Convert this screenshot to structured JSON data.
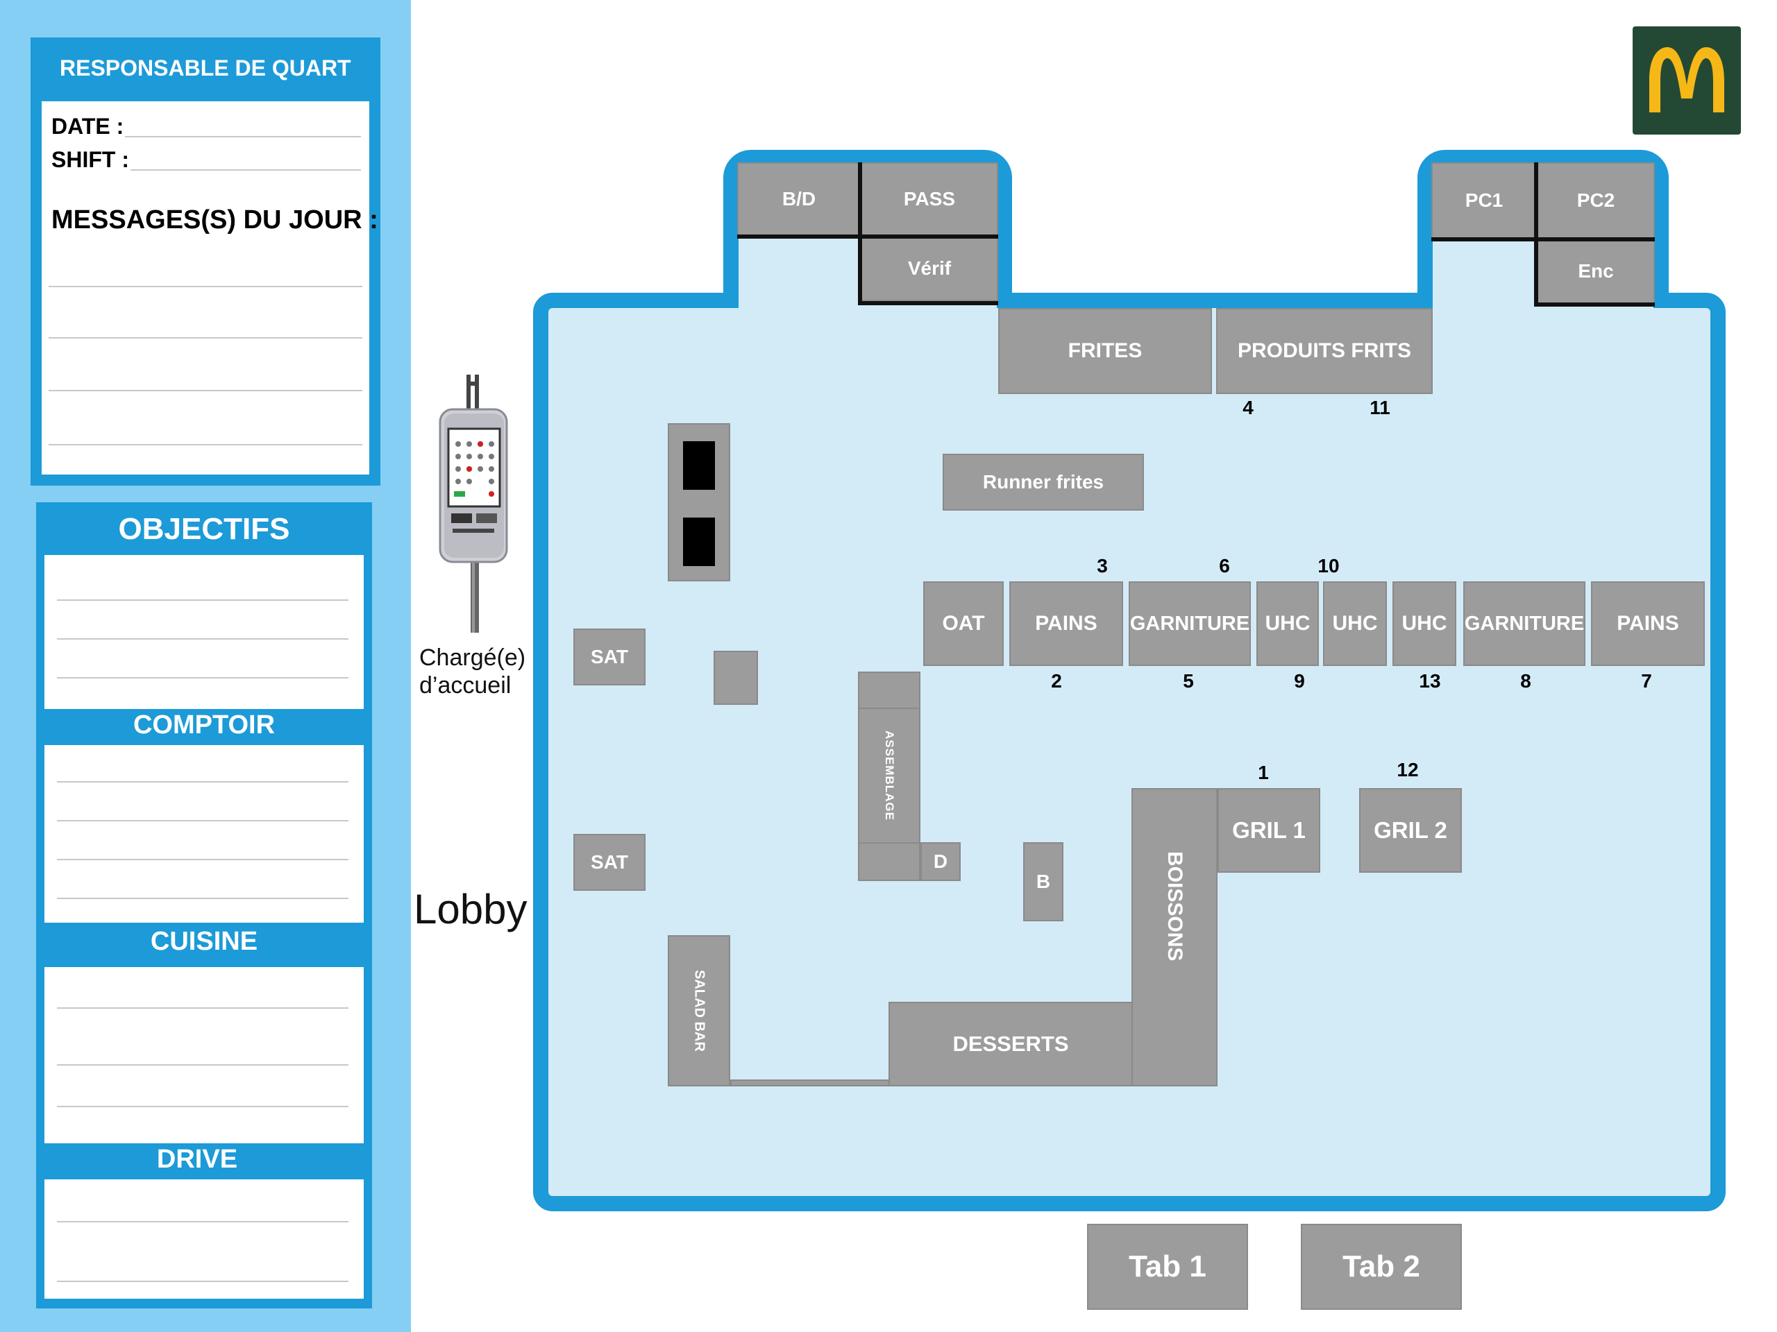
{
  "colors": {
    "panel_bg": "#85cff4",
    "accent": "#1d9ad8",
    "floor": "#d3ebf7",
    "station": "#9c9c9c",
    "logo_bg": "#234935",
    "logo_arch": "#f6b817"
  },
  "shift_manager": {
    "title": "RESPONSABLE DE QUART",
    "date_label": "DATE :",
    "shift_label": "SHIFT :",
    "messages_label": "MESSAGES(S) DU JOUR :"
  },
  "objectives": {
    "title": "OBJECTIFS",
    "sections": [
      "COMPTOIR",
      "CUISINE",
      "DRIVE"
    ]
  },
  "host": {
    "label_line1": "Chargé(e)",
    "label_line2": "d’accueil"
  },
  "lobby_label": "Lobby",
  "logo": {
    "icon": "golden-arches-icon"
  },
  "stations": {
    "bd": "B/D",
    "pass": "PASS",
    "verif": "Vérif",
    "pc1": "PC1",
    "pc2": "PC2",
    "enc": "Enc",
    "frites": "FRITES",
    "produits_frits": "PRODUITS FRITS",
    "runner_frites": "Runner frites",
    "oat": "OAT",
    "pains_1": "PAINS",
    "garniture_1": "GARNITURE",
    "uhc_1": "UHC",
    "uhc_2": "UHC",
    "uhc_3": "UHC",
    "garniture_2": "GARNITURE",
    "pains_2": "PAINS",
    "sat_1": "SAT",
    "sat_2": "SAT",
    "assemblage": "ASSEMBLAGE",
    "d": "D",
    "b": "B",
    "boissons": "BOISSONS",
    "gril_1": "GRIL 1",
    "gril_2": "GRIL 2",
    "salad_bar": "SALAD BAR",
    "desserts": "DESSERTS"
  },
  "position_numbers": {
    "n1": "1",
    "n2": "2",
    "n3": "3",
    "n4": "4",
    "n5": "5",
    "n6": "6",
    "n7": "7",
    "n8": "8",
    "n9": "9",
    "n10": "10",
    "n11": "11",
    "n12": "12",
    "n13": "13"
  },
  "tabs": {
    "tab1": "Tab 1",
    "tab2": "Tab 2"
  }
}
